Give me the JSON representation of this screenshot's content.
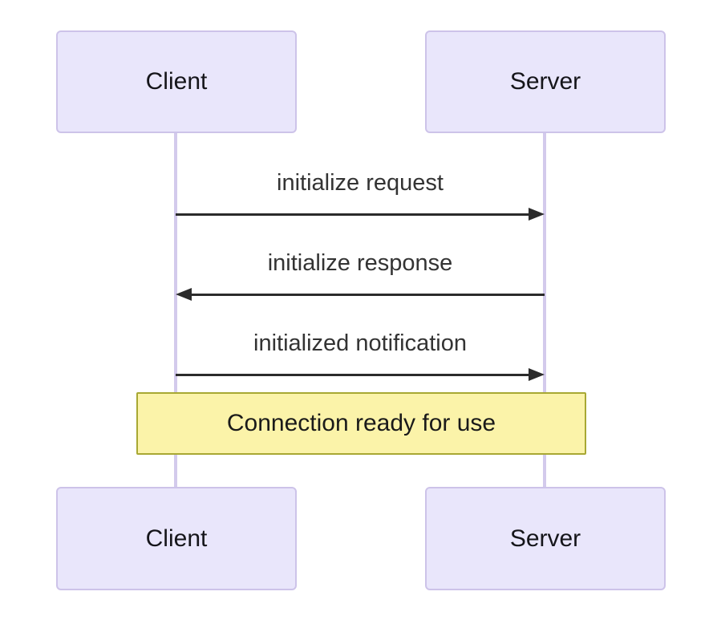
{
  "diagram": {
    "type": "sequence-diagram",
    "background": "#ffffff",
    "actors": [
      {
        "id": "client",
        "label": "Client"
      },
      {
        "id": "server",
        "label": "Server"
      }
    ],
    "messages": [
      {
        "label": "initialize request",
        "from": "Client",
        "to": "Server",
        "direction": "right",
        "line_style": "solid"
      },
      {
        "label": "initialize response",
        "from": "Server",
        "to": "Client",
        "direction": "left",
        "line_style": "solid"
      },
      {
        "label": "initialized notification",
        "from": "Client",
        "to": "Server",
        "direction": "right",
        "line_style": "solid"
      }
    ],
    "note": {
      "label": "Connection ready for use",
      "span": "over Client and Server"
    },
    "colors": {
      "actor_fill": "#e9e6fb",
      "actor_border": "#cdc3e9",
      "actor_text": "#15151a",
      "lifeline": "#d3caec",
      "message_line": "#2b2b2b",
      "message_text": "#333333",
      "note_fill": "#fbf3a9",
      "note_border": "#a8a833",
      "note_text": "#1a1a1a"
    }
  }
}
